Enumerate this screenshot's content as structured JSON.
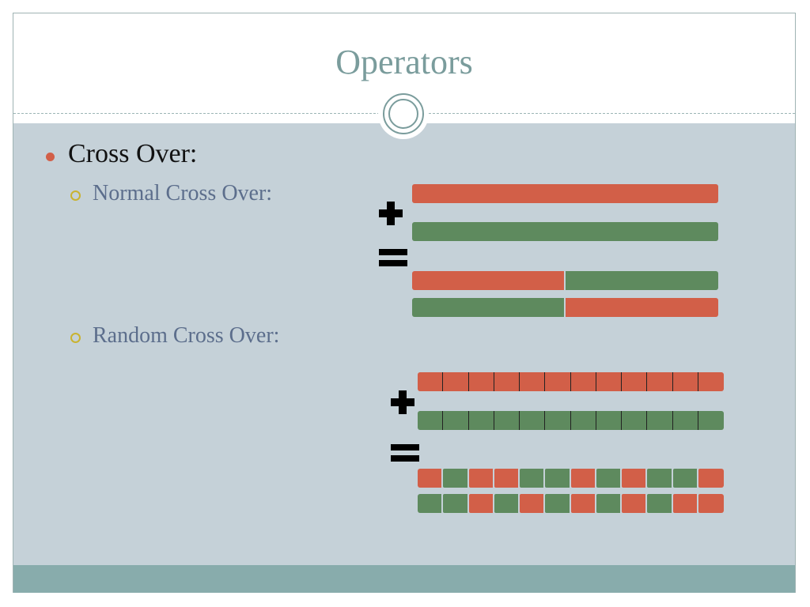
{
  "title": "Operators",
  "bullet": "Cross Over:",
  "sub_bullets": [
    "Normal Cross Over:",
    "Random Cross Over:"
  ],
  "colors": {
    "parent_a": "#d25f48",
    "parent_b": "#5e8a5e",
    "title": "#7a9c9c",
    "bullet_dot": "#d25f48",
    "sub_bullet_mark": "#c9b330"
  },
  "normal_crossover": {
    "parent_a": "red",
    "parent_b": "green",
    "crossover_point": 0.5,
    "child_1": [
      "red",
      "green"
    ],
    "child_2": [
      "green",
      "red"
    ]
  },
  "random_crossover": {
    "genes": 12,
    "parent_a": "red",
    "parent_b": "green",
    "child_1": [
      "red",
      "green",
      "red",
      "red",
      "green",
      "green",
      "red",
      "green",
      "red",
      "green",
      "green",
      "red"
    ],
    "child_2": [
      "green",
      "green",
      "red",
      "green",
      "red",
      "green",
      "red",
      "green",
      "red",
      "green",
      "red",
      "red"
    ]
  },
  "icons": {
    "plus": "plus-icon",
    "equals": "equals-icon"
  }
}
